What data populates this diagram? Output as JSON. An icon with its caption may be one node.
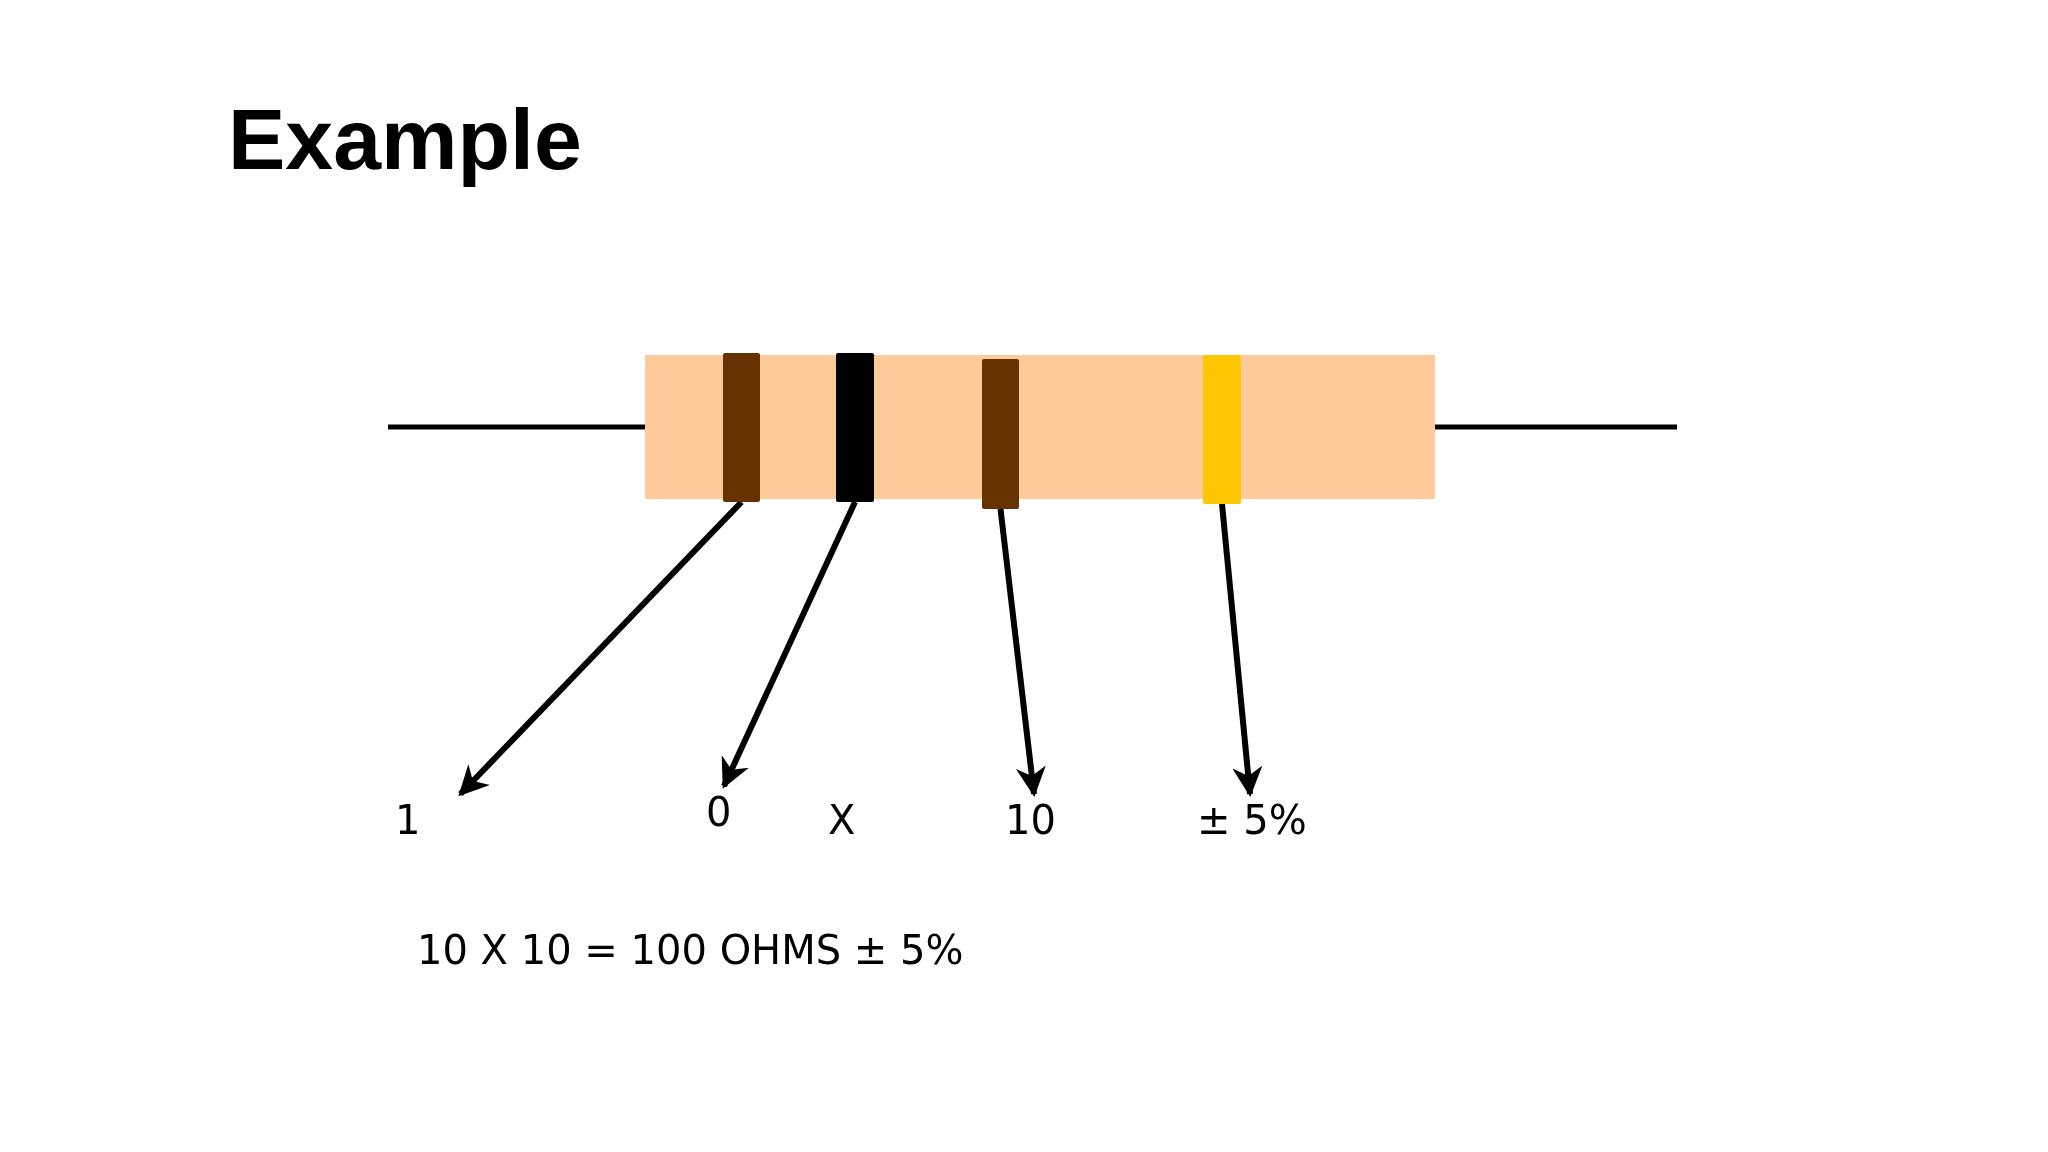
{
  "diagram": {
    "title": "Example",
    "nodes": [
      {
        "text": [],
        "shape": "bar"
      },
      {
        "text": [],
        "shape": "bar"
      },
      {
        "text": [],
        "shape": "bar"
      },
      {
        "text": [],
        "shape": "bar"
      },
      {
        "text": [
          "1"
        ]
      },
      {
        "text": [
          "0"
        ]
      },
      {
        "text": [
          "10"
        ]
      },
      {
        "text": [
          "± 5%"
        ]
      }
    ],
    "edges": [
      {
        "from": 0,
        "to": 4,
        "arrow": "to"
      },
      {
        "from": 1,
        "to": 5,
        "arrow": "to"
      },
      {
        "from": 2,
        "to": 6,
        "arrow": "to"
      },
      {
        "from": 3,
        "to": 7,
        "arrow": "to"
      }
    ],
    "labels": [
      "X",
      "10 X 10 = 100 OHMS ± 5%"
    ]
  }
}
